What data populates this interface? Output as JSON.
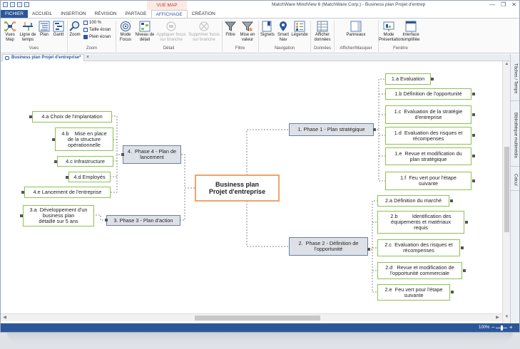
{
  "window": {
    "title": "MatchWare MindView 6 (MatchWare Corp.) - Business plan Projet d'entrep",
    "context_tab": "VUE MAP",
    "controls": {
      "minimize": "—",
      "restore": "❐",
      "close": "✕"
    }
  },
  "ribbon_tabs": [
    "FICHIER",
    "ACCUEIL",
    "INSERTION",
    "RÉVISION",
    "PARTAGE",
    "AFFICHAGE",
    "CRÉATION"
  ],
  "ribbon": {
    "vues_map": "Vues\nMap",
    "ligne_temps": "Ligne de\ntemps",
    "plan": "Plan",
    "gantt": "Gantt",
    "zoom": "Zoom",
    "zoom_100": "100 %",
    "taille_ecran": "Taille écran",
    "plein_ecran": "Plein écran",
    "mode_focus": "Mode\nFocus",
    "niveau_detail": "Niveau de\ndétail",
    "appliquer_focus": "Appliquer focus\nsur branche",
    "supprimer_focus": "Supprimer focus\nsur branche",
    "filtre": "Filtre",
    "mise_en_valeur": "Mise en\nvaleur",
    "signets": "Signets",
    "smart_nav": "Smart\nNav",
    "legende": "Légende",
    "afficher_donnees": "Afficher\ndonnées",
    "panneaux": "Panneaux",
    "mode_presentation": "Mode\nPrésentation",
    "interface_simplifiee": "Interface\nsimplifiée",
    "groups": {
      "vues": "Vues",
      "zoom": "Zoom",
      "detail": "Détail",
      "filtre": "Filtre",
      "navigation": "Navigation",
      "donnees": "Données",
      "afficher_masquer": "Afficher/Masquer",
      "fenetre": "Fenêtre"
    }
  },
  "document_tab": {
    "label": "Business plan Projet d'entreprise*",
    "close": "×"
  },
  "side_panels": [
    "Tâches / Temps",
    "Bibliothèque multimédia",
    "Calcul"
  ],
  "mindmap": {
    "center": "Business plan\nProjet d'entreprise",
    "phase1": {
      "label": "1.  Phase 1 - Plan stratégique",
      "items": [
        "1.a  Evaluation",
        "1.b  Définition de l'opportunité",
        "1.c  Evaluation de la stratégie\nd'entreprise",
        "1.d  Evaluation des risques et\nrécompenses",
        "1.e  Revue et modification du\nplan stratégique",
        "1.f  Feu vert pour l'étape\nsuivante"
      ]
    },
    "phase2": {
      "label": "2.  Phase 2 - Définition de\nl'opportunité",
      "items": [
        "2.a  Définition du marché",
        "2.b          Identification des\néquipements et matériaux\nrequis",
        "2.c  Evaluation des risques et\nrécompenses",
        "2.d   Revue et modification de\nl'opportunité commerciale",
        "2.e  Feu vert pour l'étape\nsuivante"
      ]
    },
    "phase3": {
      "label": "3.  Phase 3 - Plan d'action",
      "items": [
        "3.a  Développement d'un\nbusiness plan\ndétaillé sur 5 ans"
      ]
    },
    "phase4": {
      "label": "4.  Phase 4 - Plan de\nlancement",
      "items": [
        "4.a  Choix de l'implantation",
        "4.b    Mise en place\nde la structure\nopérationnelle",
        "4.c  Infrastructure",
        "4.d  Employés",
        "4.e  Lancement de l'entreprise"
      ]
    }
  },
  "status": {
    "zoom": "100%",
    "minus": "−",
    "plus": "+"
  },
  "colors": {
    "brand": "#2b579a",
    "subtopic_border": "#8cc24e",
    "phase_fill": "#dde1e7",
    "center_border": "#f0a36b",
    "context_tab": "#c0392b"
  }
}
